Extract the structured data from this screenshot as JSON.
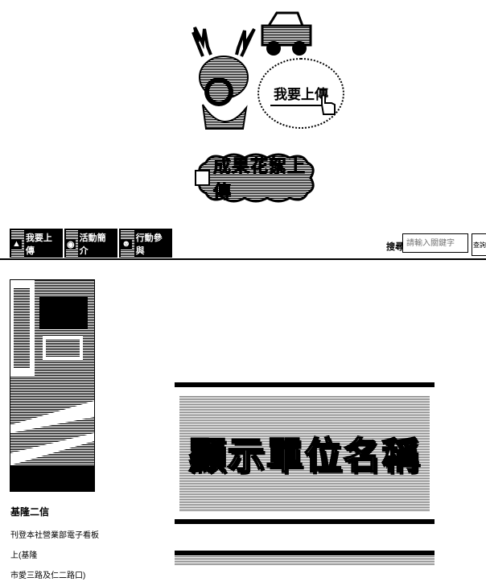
{
  "header": {
    "upload_bubble_text": "我要上傳",
    "cloud_title": "成果花絮上傳"
  },
  "nav": {
    "tabs": [
      {
        "icon": "mountain-icon",
        "label": "我要上傳"
      },
      {
        "icon": "info-circle-icon",
        "label": "活動簡介"
      },
      {
        "icon": "person-icon",
        "label": "行動參與"
      }
    ],
    "search_label": "搜尋",
    "search_placeholder": "請輸入關鍵字",
    "search_button": "查詢"
  },
  "news": {
    "title": "基隆二信",
    "desc_line1": "刊登本社營業部電子看板上(基隆",
    "desc_line2": "市愛三路及仁二路口)"
  },
  "banner": {
    "title": "顯示單位名稱"
  }
}
